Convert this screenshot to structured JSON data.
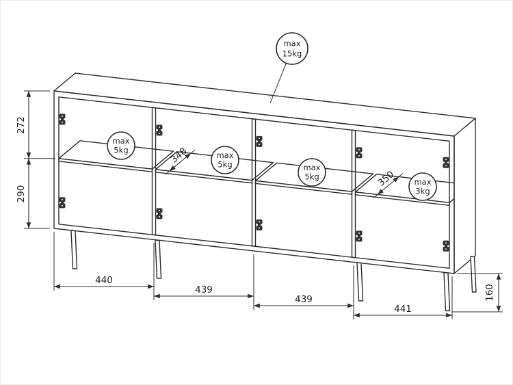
{
  "diagram": {
    "kind": "furniture-technical-drawing",
    "colors": {
      "line": "#2b2b2b",
      "background": "#ffffff",
      "hardware": "#333333"
    },
    "dimensions": {
      "left_upper": "272",
      "left_lower": "290",
      "shelf2_depth": "348",
      "shelf4_depth": "350",
      "bottom_widths": [
        "440",
        "439",
        "439",
        "441"
      ],
      "leg_height": "160"
    },
    "load_limits": {
      "top": {
        "line1": "max",
        "line2": "15kg"
      },
      "shelf1": {
        "line1": "max",
        "line2": "5kg"
      },
      "shelf2": {
        "line1": "max",
        "line2": "5kg"
      },
      "shelf3": {
        "line1": "max",
        "line2": "5kg"
      },
      "shelf4": {
        "line1": "max",
        "line2": "3kg"
      }
    }
  }
}
